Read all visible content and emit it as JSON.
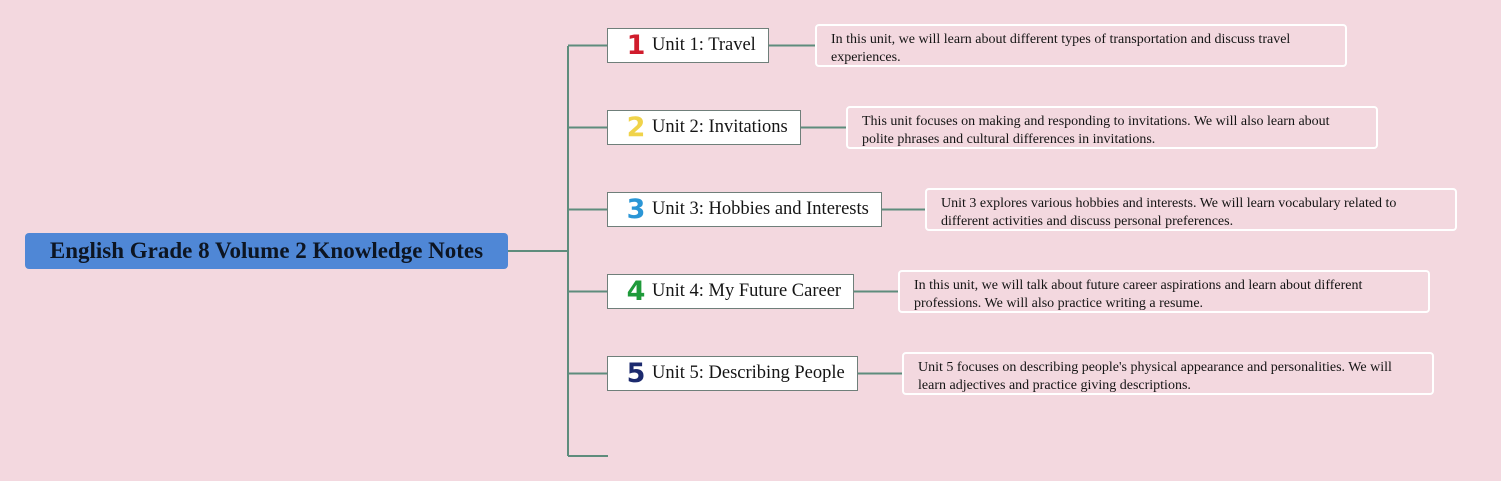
{
  "root": {
    "title": "English Grade 8 Volume 2 Knowledge Notes"
  },
  "units": [
    {
      "number": "1",
      "title": "Unit 1: Travel",
      "color": "#d01c2c",
      "note": "In this unit, we will learn about different types of transportation and discuss travel experiences."
    },
    {
      "number": "2",
      "title": "Unit 2: Invitations",
      "color": "#f0d34a",
      "note": "This unit focuses on making and responding to invitations. We will also learn about polite phrases and cultural differences in invitations."
    },
    {
      "number": "3",
      "title": "Unit 3: Hobbies and Interests",
      "color": "#2b96d6",
      "note": "Unit 3 explores various hobbies and interests. We will learn vocabulary related to different activities and discuss personal preferences."
    },
    {
      "number": "4",
      "title": "Unit 4: My Future Career",
      "color": "#1e9a3a",
      "note": "In this unit, we will talk about future career aspirations and learn about different professions. We will also practice writing a resume."
    },
    {
      "number": "5",
      "title": "Unit 5: Describing People",
      "color": "#1c2a6e",
      "note": "Unit 5 focuses on describing people's physical appearance and personalities. We will learn adjectives and practice giving descriptions."
    }
  ],
  "colors": {
    "background": "#f3d8df",
    "root_fill": "#4f87d6",
    "connector": "#5e8c7c"
  }
}
